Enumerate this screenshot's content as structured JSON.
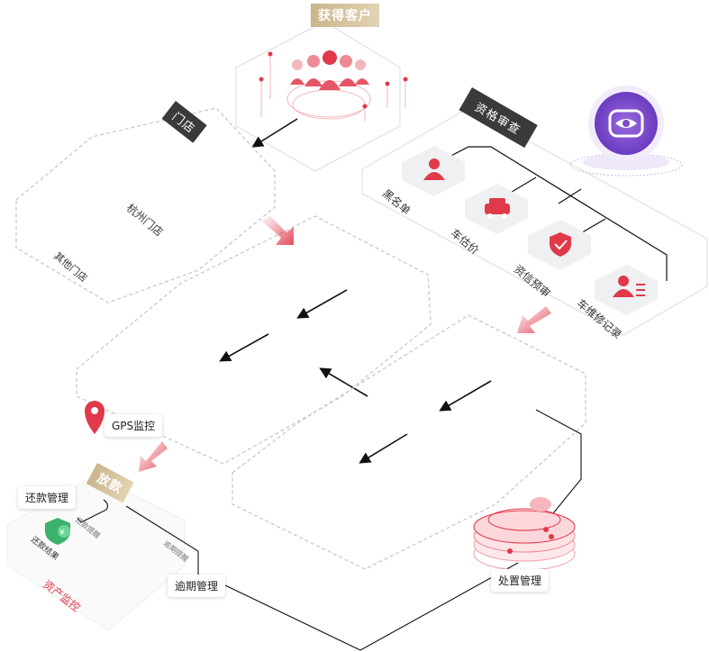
{
  "labels": {
    "acquire_customers": "获得客户",
    "store": "门店",
    "qualification_review": "资格审查",
    "loan": "放款",
    "gps_monitoring": "GPS监控",
    "repayment_management": "还款管理",
    "overdue_management": "逾期管理",
    "disposal_management": "处置管理",
    "asset_monitoring": "资产监控"
  },
  "store_panel": {
    "hangzhou_store": "杭州门店",
    "other_stores": "其他门店"
  },
  "review_items": [
    {
      "label": "黑名单",
      "icon": "person-icon"
    },
    {
      "label": "车估价",
      "icon": "car-icon"
    },
    {
      "label": "资信预审",
      "icon": "shield-check-icon"
    },
    {
      "label": "车维修记录",
      "icon": "person-list-icon"
    }
  ],
  "asset_panel": {
    "repayment_reminder": "还款提醒",
    "repayment_result": "还款结果",
    "overdue_reminder": "逾期提醒"
  },
  "colors": {
    "accent_red": "#e0394a",
    "purple": "#7a4bc9",
    "gold": "#c9b48c",
    "dark_tag": "#3a3a3a",
    "green": "#3bb26b"
  }
}
